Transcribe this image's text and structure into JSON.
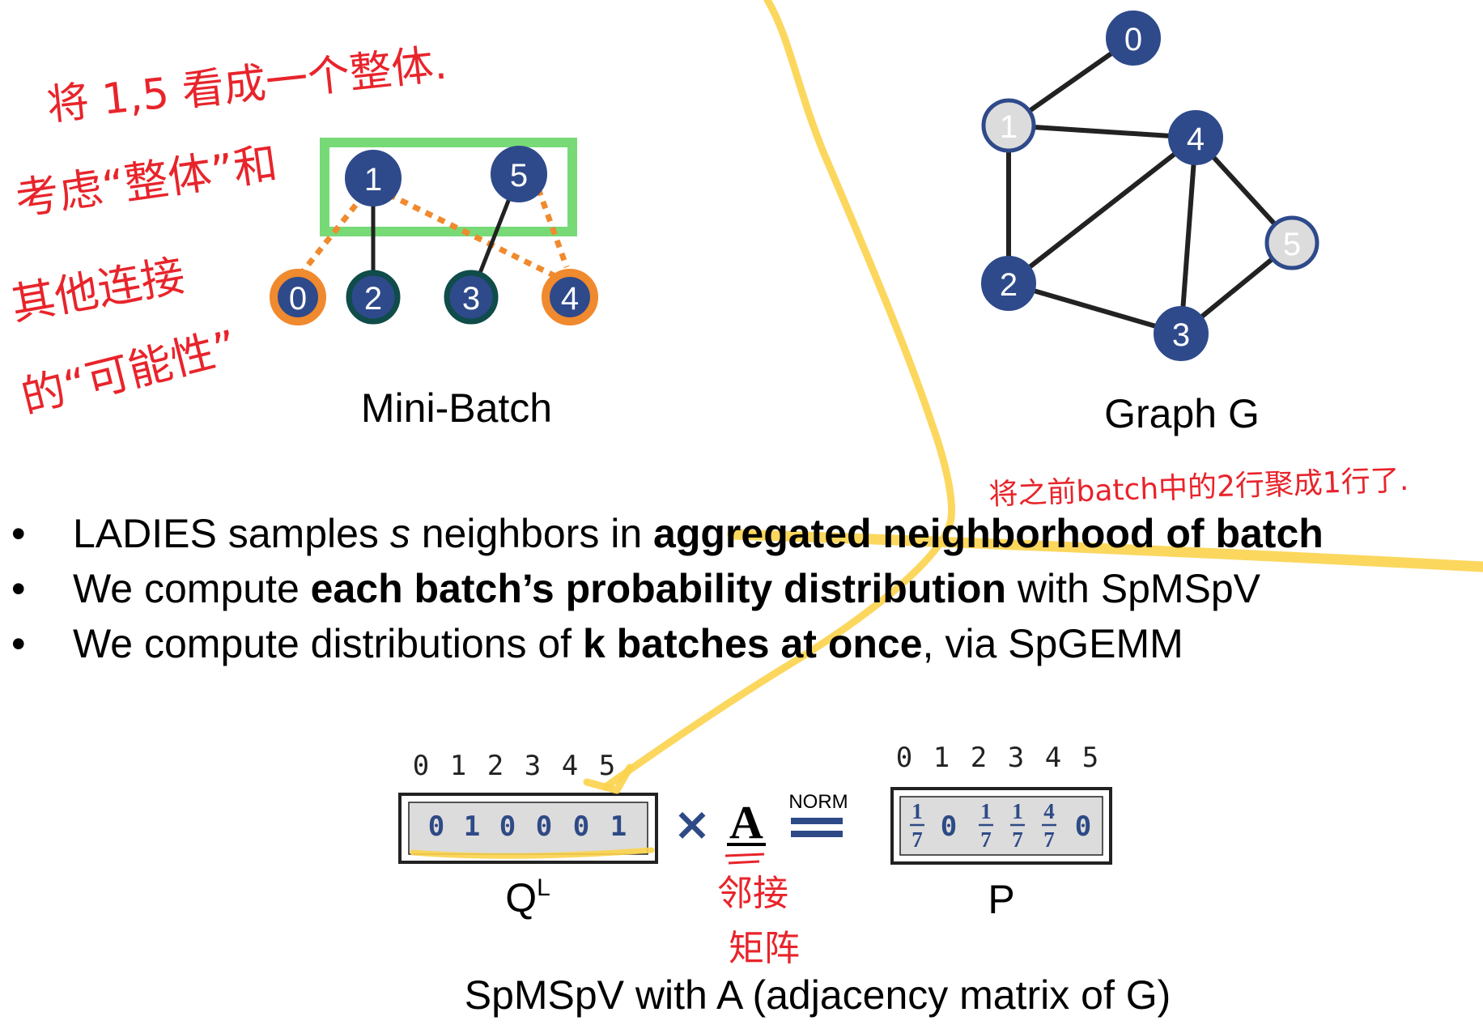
{
  "mini_batch": {
    "caption": "Mini-Batch",
    "nodes": {
      "n1": "1",
      "n5": "5",
      "n0": "0",
      "n2": "2",
      "n3": "3",
      "n4": "4"
    }
  },
  "graph": {
    "caption": "Graph G",
    "nodes": {
      "n0": "0",
      "n1": "1",
      "n2": "2",
      "n3": "3",
      "n4": "4",
      "n5": "5"
    }
  },
  "bullets": [
    {
      "marker": "•",
      "pre": "LADIES samples ",
      "italic": "s",
      "mid": " neighbors in ",
      "bold": "aggregated neighborhood of batch",
      "post": ""
    },
    {
      "marker": "•",
      "pre": "We compute ",
      "bold": "each batch’s probability distribution",
      "post": " with SpMSpV"
    },
    {
      "marker": "•",
      "pre": "We compute distributions of ",
      "bold": "k batches at once",
      "post": ", via SpGEMM"
    }
  ],
  "equation": {
    "q_indices": [
      "0",
      "1",
      "2",
      "3",
      "4",
      "5"
    ],
    "q_values": [
      "0",
      "1",
      "0",
      "0",
      "0",
      "1"
    ],
    "q_label": "Q",
    "q_sup": "L",
    "times": "×",
    "a_label": "A",
    "norm": "NORM",
    "p_indices": [
      "0",
      "1",
      "2",
      "3",
      "4",
      "5"
    ],
    "p_values": [
      {
        "num": "1",
        "den": "7"
      },
      {
        "plain": "0"
      },
      {
        "num": "1",
        "den": "7"
      },
      {
        "num": "1",
        "den": "7"
      },
      {
        "num": "4",
        "den": "7"
      },
      {
        "plain": "0"
      }
    ],
    "p_label": "P",
    "caption": "SpMSpV with A (adjacency matrix of G)"
  },
  "annotations": {
    "note1": "将 1,5 看成一个整体.",
    "note2": "考虑“整体”和",
    "note3": "其他连接",
    "note4": "的“可能性”",
    "note5": "将之前batch中的2行聚成1行了.",
    "note6a": "邻接",
    "note6b": "矩阵"
  },
  "colors": {
    "node_blue": "#2e4a8b",
    "node_dark_teal_border": "#0f4c4a",
    "node_orange_border": "#f08a2e",
    "node_gray": "#dcdcdc",
    "green_box": "#5fd35f",
    "highlight_yellow": "#fcd34d",
    "annotation_red": "#e8242b",
    "vector_text": "#2e4a86"
  }
}
